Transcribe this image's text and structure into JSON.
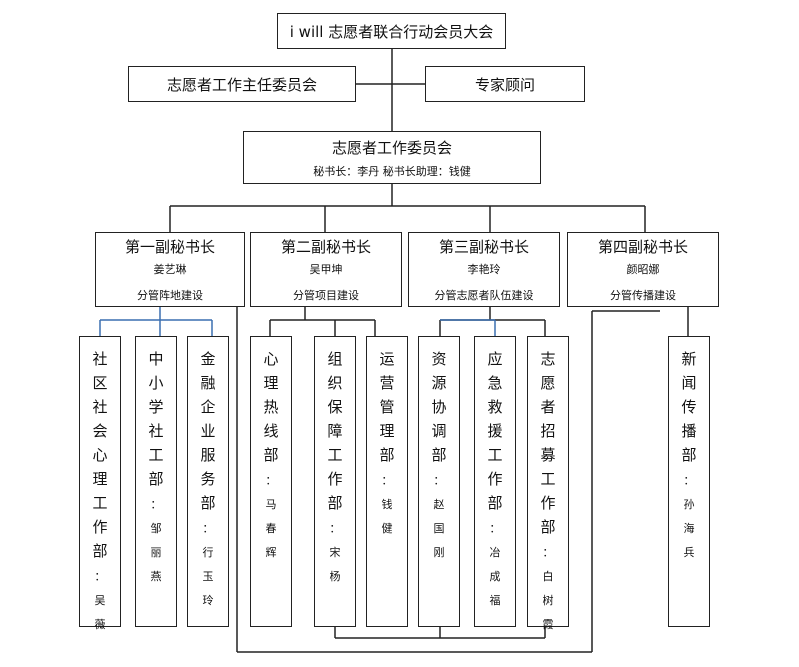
{
  "assembly": "i will 志愿者联合行动会员大会",
  "director_committee": "志愿者工作主任委员会",
  "advisor": "专家顾问",
  "work_committee": {
    "title": "志愿者工作委员会",
    "staff": "秘书长：李丹  秘书长助理：钱健"
  },
  "deputies": [
    {
      "title": "第一副秘书长",
      "name": "姜艺琳",
      "duty": "分管阵地建设"
    },
    {
      "title": "第二副秘书长",
      "name": "吴甲坤",
      "duty": "分管项目建设"
    },
    {
      "title": "第三副秘书长",
      "name": "李艳玲",
      "duty": "分管志愿者队伍建设"
    },
    {
      "title": "第四副秘书长",
      "name": "颜昭娜",
      "duty": "分管传播建设"
    }
  ],
  "departments": [
    {
      "title": "社区社会心理工作部",
      "person": "：吴薇"
    },
    {
      "title": "中小学社工部",
      "person": "：邹丽燕"
    },
    {
      "title": "金融企业服务部",
      "person": "：行玉玲"
    },
    {
      "title": "心理热线部",
      "person": "：马春辉"
    },
    {
      "title": "组织保障工作部",
      "person": "：宋杨"
    },
    {
      "title": "运营管理部",
      "person": "：钱健"
    },
    {
      "title": "资源协调部",
      "person": "：赵国刚"
    },
    {
      "title": "应急救援工作部",
      "person": "：冶成福"
    },
    {
      "title": "志愿者招募工作部",
      "person": "：白树霞"
    },
    {
      "title": "新闻传播部",
      "person": "：孙海兵"
    }
  ],
  "colors": {
    "border": "#222222",
    "connector": "#222222",
    "blue_connector": "#3a6fb0"
  }
}
